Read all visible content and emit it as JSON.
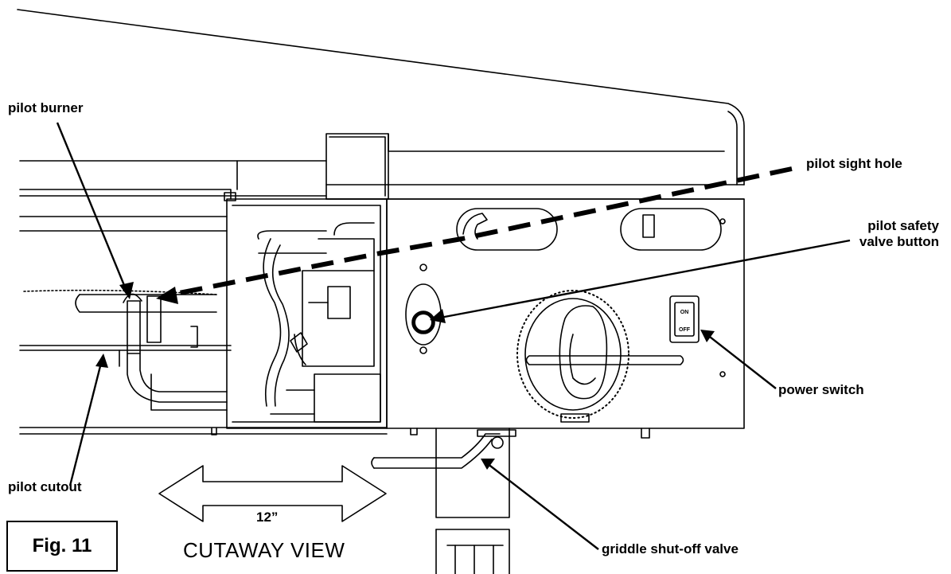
{
  "labels": {
    "pilot_burner": "pilot burner",
    "pilot_sight_hole": "pilot sight hole",
    "pilot_safety_line1": "pilot safety",
    "pilot_safety_line2": "valve button",
    "power_switch": "power switch",
    "pilot_cutout": "pilot cutout",
    "griddle_shutoff": "griddle shut-off valve",
    "dimension": "12”"
  },
  "switch_text": {
    "on": "ON",
    "off": "OFF"
  },
  "figure_label": "Fig. 11",
  "view_title": "CUTAWAY VIEW"
}
